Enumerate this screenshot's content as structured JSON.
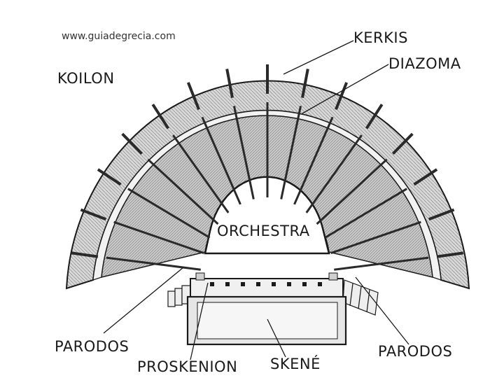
{
  "credit": "www.guiadegrecia.com",
  "labels": {
    "koilon": "KOILON",
    "kerkis": "KERKIS",
    "diazoma": "DIAZOMA",
    "orchestra": "ORCHESTRA",
    "parodos_left": "PARODOS",
    "parodos_right": "PARODOS",
    "proskenion": "PROSKENION",
    "skene": "SKENÉ"
  },
  "colors": {
    "ink": "#1a1a1a",
    "seat_fill": "#d6d6d6",
    "background": "#ffffff"
  }
}
